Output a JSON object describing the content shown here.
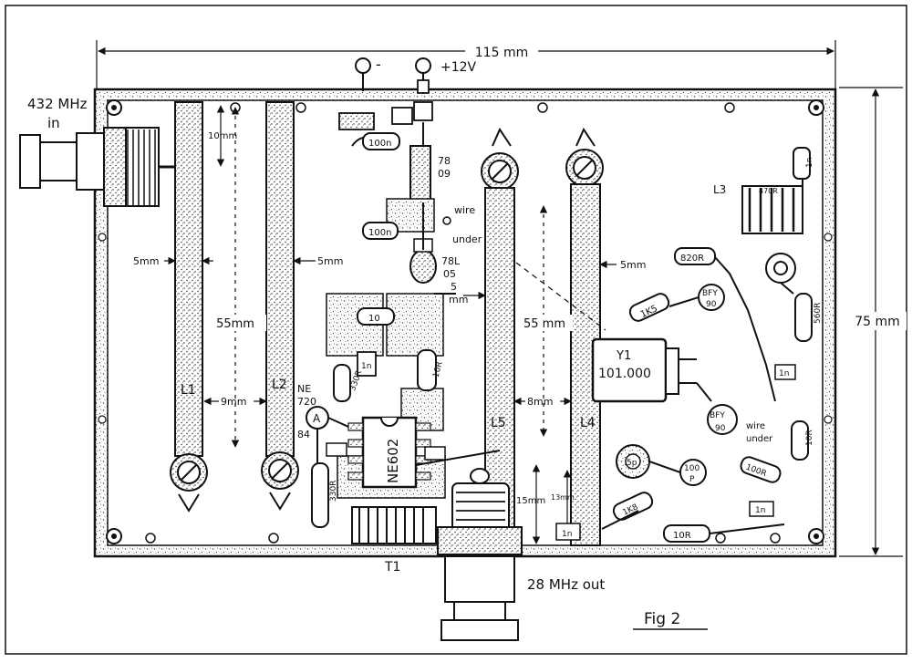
{
  "figure": {
    "caption": "Fig 2",
    "input_label": "432 MHz\nin",
    "output_label": "28 MHz out",
    "supply_positive": "+12V",
    "supply_negative": "-"
  },
  "dimensions": {
    "width": "115 mm",
    "height": "75 mm",
    "top_gap": "10mm",
    "gap_left": "5mm",
    "gap_l2": "5mm",
    "gap_l5": "5",
    "gap_l5_unit": "mm",
    "gap_l4": "5mm",
    "line_len_left": "55mm",
    "line_len_right": "55 mm",
    "spacing_l1_l2": "9mm",
    "spacing_l5_l4": "8mm",
    "stub_15": "15mm",
    "stub_13": "13mm"
  },
  "lines": {
    "l1": "L1",
    "l2": "L2",
    "l5": "L5",
    "l4": "L4",
    "l3": "L3",
    "t1": "T1"
  },
  "components": {
    "c100n_top": "100n",
    "c100n_mid": "100n",
    "reg_78_09_a": "78",
    "reg_78_09_b": "09",
    "reg_78l05_a": "78L",
    "reg_78l05_b": "05",
    "ic_ne602": "NE602",
    "amp_ne720_a": "NE",
    "amp_ne720_b": "720",
    "amp_label_84": "84",
    "r10_left": "10",
    "r330_top": "330R",
    "r330_bottom": "330R",
    "r10r_vert": "10R",
    "cap_1n_small": "1n",
    "crystal_y1": "Y1",
    "crystal_freq": "101.000",
    "bfy90_top_a": "BFY",
    "bfy90_top_b": "90",
    "bfy90_bot_a": "BFY",
    "bfy90_bot_b": "90",
    "r820": "820R",
    "r1k5": "1K5",
    "r470": "470R",
    "r560": "560R",
    "cap_1n_right_top": "1n",
    "cap_1n_right_mid": "1n",
    "cap_1n_bottom": "1n",
    "cap_1n_left_bottom": "1n",
    "r10r_right": "10R",
    "r10r_bottom": "10R",
    "r100r": "100R",
    "r1k8": "1K8",
    "cap_100p": "100",
    "cap_100p_b": "P",
    "wire_under_1a": "wire",
    "wire_under_1b": "under",
    "wire_under_2a": "wire",
    "wire_under_2b": "under",
    "trimmer_5p": "5p"
  },
  "colors": {
    "ink": "#111111",
    "paper": "#ffffff",
    "board": "#f3f3f3"
  }
}
